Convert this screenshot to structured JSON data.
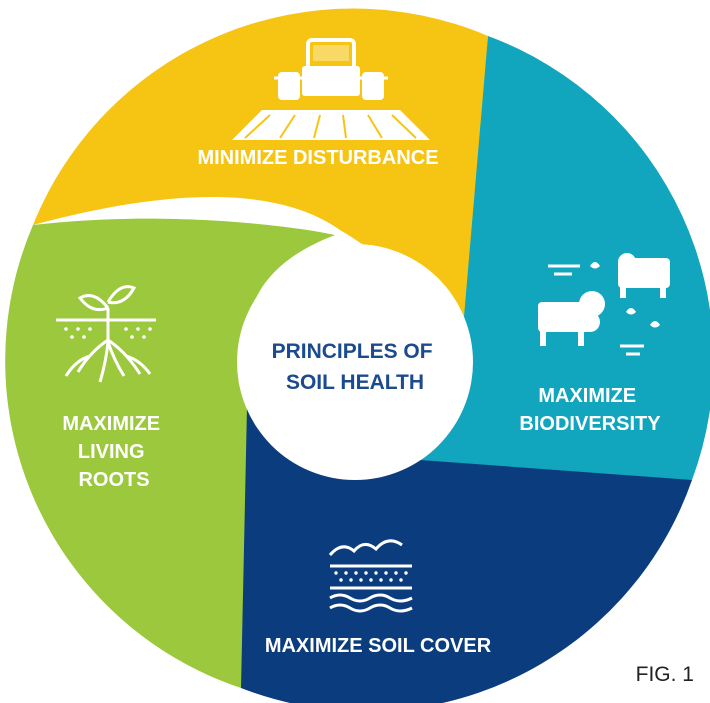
{
  "center": {
    "lines": [
      "PRINCIPLES OF",
      "SOIL HEALTH"
    ]
  },
  "segments": [
    {
      "id": "minimize-disturbance",
      "label_lines": [
        "MINIMIZE DISTURBANCE"
      ],
      "color": "#f6c514",
      "icon": "tractor-tilling-icon"
    },
    {
      "id": "maximize-biodiversity",
      "label_lines": [
        "MAXIMIZE",
        "BIODIVERSITY"
      ],
      "color": "#12a5be",
      "icon": "livestock-plants-icon"
    },
    {
      "id": "maximize-soil-cover",
      "label_lines": [
        "MAXIMIZE SOIL COVER"
      ],
      "color": "#0b3d7e",
      "icon": "soil-layers-icon"
    },
    {
      "id": "maximize-living-roots",
      "label_lines": [
        "MAXIMIZE",
        "LIVING",
        "ROOTS"
      ],
      "color": "#9bc83d",
      "icon": "seedling-roots-icon"
    }
  ],
  "colors": {
    "center_text": "#1b4a8f",
    "center_fill": "#ffffff"
  },
  "figure_label": "FIG. 1"
}
